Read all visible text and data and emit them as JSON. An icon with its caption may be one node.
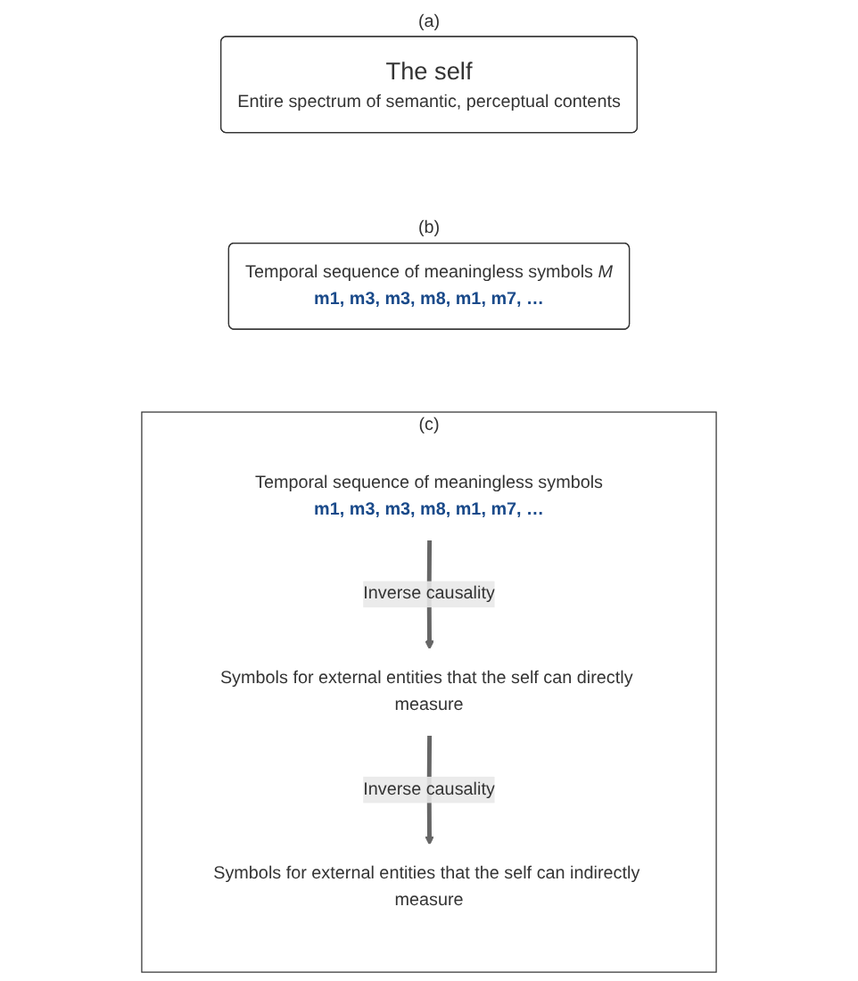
{
  "diagram": {
    "nodes": [
      {
        "text": [
          "The self",
          "Entire spectrum of semantic, perceptual contents"
        ],
        "beside": [
          "(a)"
        ]
      },
      {
        "text": [
          "Temporal sequence of meaningless symbols *M*",
          "m1, m3, m3, m8, m1, m7, …"
        ],
        "beside": [
          "(b)"
        ]
      },
      {
        "text": [],
        "shape": "box",
        "beside": [
          "(c)"
        ]
      },
      {
        "text": [
          "Temporal sequence of meaningless symbols",
          "m1, m3, m3, m8, m1, m7, …"
        ],
        "in": 2
      },
      {
        "text": [
          "Symbols for external entities that the self can directly measure"
        ],
        "in": 2
      },
      {
        "text": [
          "Symbols for external entities that the self can indirectly measure"
        ],
        "in": 2
      }
    ],
    "edges": [
      {
        "from": 3,
        "to": 4,
        "arrow": "to",
        "label": "Inverse causality"
      },
      {
        "from": 4,
        "to": 5,
        "arrow": "to",
        "label": "Inverse causality"
      }
    ]
  }
}
